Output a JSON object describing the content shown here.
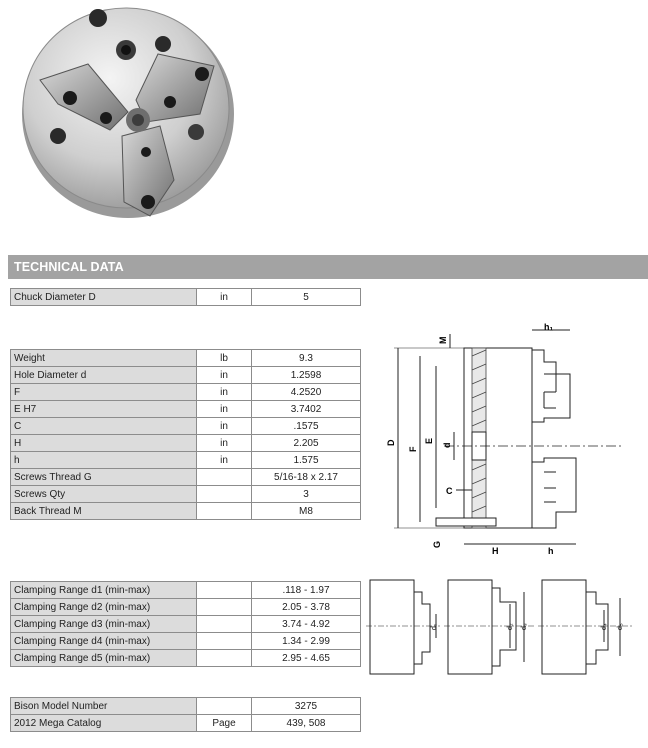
{
  "section_title": "TECHNICAL DATA",
  "table_main": [
    {
      "label": "Chuck Diameter D",
      "unit": "in",
      "value": "5"
    }
  ],
  "table_dims": [
    {
      "label": "Weight",
      "unit": "lb",
      "value": "9.3"
    },
    {
      "label": "Hole Diameter d",
      "unit": "in",
      "value": "1.2598"
    },
    {
      "label": "F",
      "unit": "in",
      "value": "4.2520"
    },
    {
      "label": "E H7",
      "unit": "in",
      "value": "3.7402"
    },
    {
      "label": "C",
      "unit": "in",
      "value": ".1575"
    },
    {
      "label": "H",
      "unit": "in",
      "value": "2.205"
    },
    {
      "label": "h",
      "unit": "in",
      "value": "1.575"
    },
    {
      "label": "Screws Thread G",
      "unit": "",
      "value": "5/16-18 x 2.17"
    },
    {
      "label": "Screws Qty",
      "unit": "",
      "value": "3"
    },
    {
      "label": "Back Thread M",
      "unit": "",
      "value": "M8"
    }
  ],
  "table_clamping": [
    {
      "label": "Clamping Range d1 (min-max)",
      "unit": "",
      "value": ".118 - 1.97"
    },
    {
      "label": "Clamping Range d2 (min-max)",
      "unit": "",
      "value": "2.05 - 3.78"
    },
    {
      "label": "Clamping Range d3 (min-max)",
      "unit": "",
      "value": "3.74 - 4.92"
    },
    {
      "label": "Clamping Range d4 (min-max)",
      "unit": "",
      "value": "1.34 - 2.99"
    },
    {
      "label": "Clamping Range d5 (min-max)",
      "unit": "",
      "value": "2.95 - 4.65"
    }
  ],
  "table_catalog": [
    {
      "label": "Bison Model Number",
      "unit": "",
      "value": "3275"
    },
    {
      "label": "2012 Mega Catalog",
      "unit": "Page",
      "value": "439, 508"
    }
  ],
  "drawing_labels": {
    "M": "M",
    "h1": "h₁",
    "D": "D",
    "F": "F",
    "E": "E",
    "d": "d",
    "C": "C",
    "G": "G",
    "H": "H",
    "h": "h",
    "d1": "d₁",
    "d2": "d₂",
    "d3": "d₃",
    "d4": "d₄",
    "d5": "d₅"
  }
}
